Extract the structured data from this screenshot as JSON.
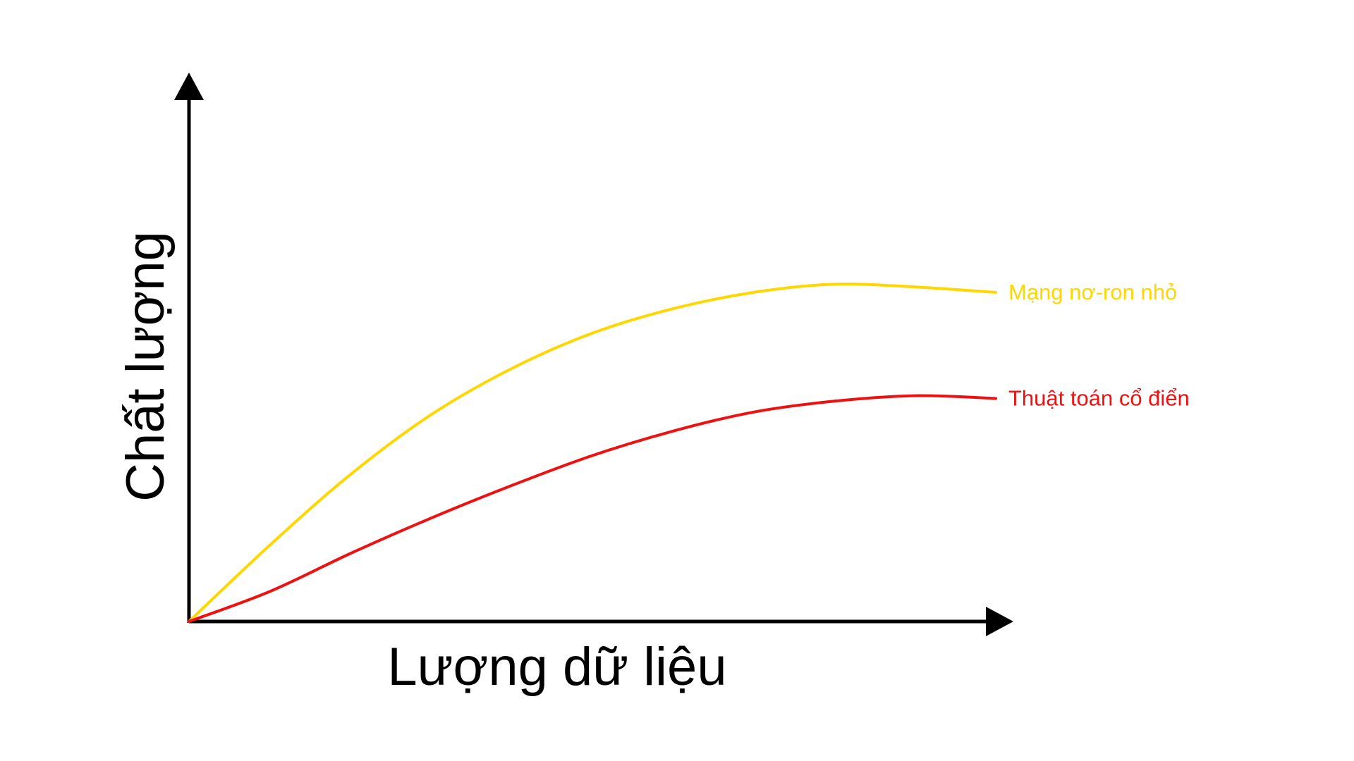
{
  "chart_data": {
    "type": "line",
    "title": "",
    "xlabel": "Lượng dữ liệu",
    "ylabel": "Chất lượng",
    "xlim": [
      0,
      100
    ],
    "ylim": [
      0,
      100
    ],
    "grid": false,
    "legend": "inline-right",
    "x": [
      0,
      10,
      20,
      30,
      40,
      50,
      60,
      70,
      80,
      90,
      100
    ],
    "series": [
      {
        "name": "Mạng nơ-ron nhỏ",
        "color": "#FFD700",
        "values": [
          0,
          14,
          27,
          38,
          46.5,
          53,
          57.5,
          60.5,
          62,
          61.5,
          60.5
        ]
      },
      {
        "name": "Thuật toán cổ điển",
        "color": "#EE1111",
        "values": [
          0,
          5.5,
          12.5,
          19,
          25,
          30.5,
          35,
          38.5,
          40.5,
          41.5,
          41
        ]
      }
    ]
  }
}
